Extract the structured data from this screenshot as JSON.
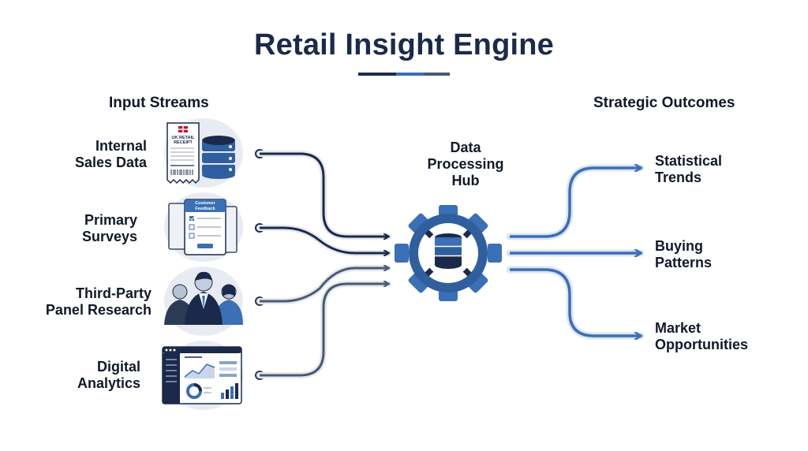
{
  "title": "Retail Insight Engine",
  "inputs_heading": "Input Streams",
  "outcomes_heading": "Strategic Outcomes",
  "hub_label": [
    "Data",
    "Processing",
    "Hub"
  ],
  "inputs": [
    {
      "lines": [
        "Internal",
        "Sales Data"
      ],
      "icon": "receipt-database-icon"
    },
    {
      "lines": [
        "Primary",
        "Surveys"
      ],
      "icon": "survey-form-icon"
    },
    {
      "lines": [
        "Third-Party",
        "Panel Research"
      ],
      "icon": "people-group-icon"
    },
    {
      "lines": [
        "Digital",
        "Analytics"
      ],
      "icon": "analytics-dashboard-icon"
    }
  ],
  "outcomes": [
    {
      "lines": [
        "Statistical",
        "Trends"
      ]
    },
    {
      "lines": [
        "Buying",
        "Patterns"
      ]
    },
    {
      "lines": [
        "Market",
        "Opportunities"
      ]
    }
  ],
  "receipt_text": [
    "UK RETAIL",
    "RECEIPT"
  ],
  "survey_text": [
    "Customer",
    "Feedback"
  ],
  "colors": {
    "navy": "#1b2a4a",
    "blue": "#3b6fb6",
    "gray": "#495a70",
    "light": "#e5e9f0"
  }
}
